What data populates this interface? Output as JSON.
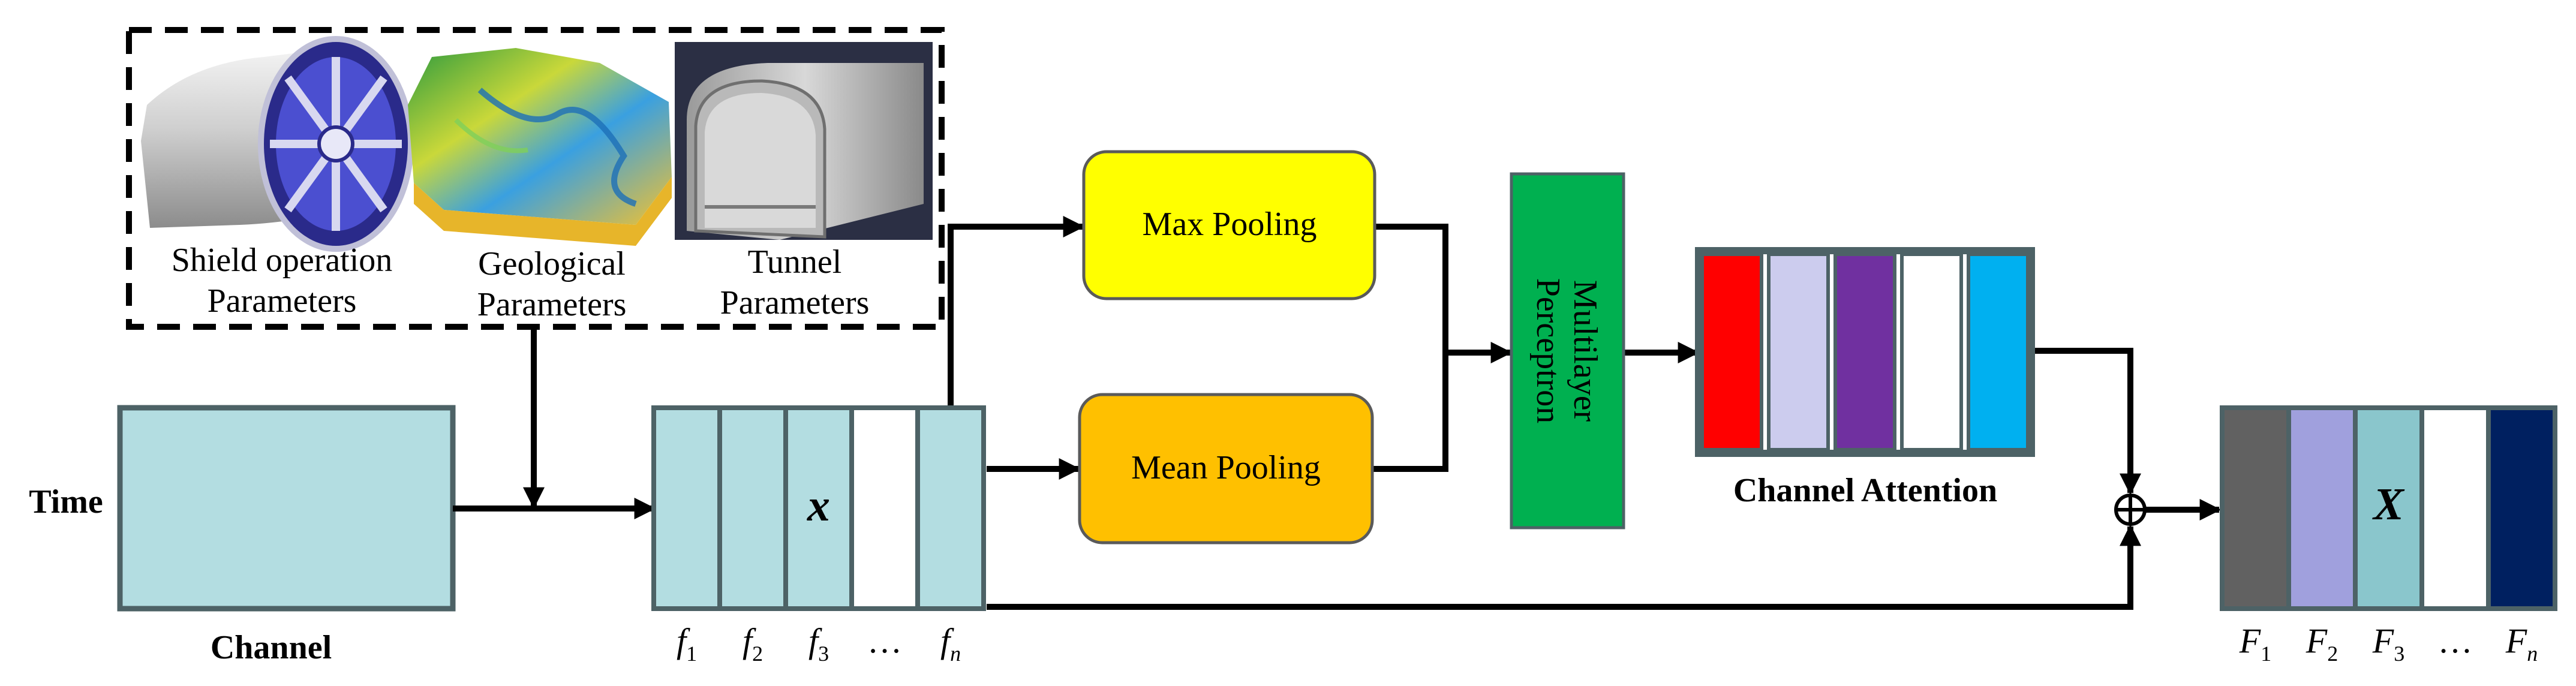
{
  "inputs": {
    "shield": {
      "line1": "Shield operation",
      "line2": "Parameters"
    },
    "geological": {
      "line1": "Geological",
      "line2": "Parameters"
    },
    "tunnel": {
      "line1": "Tunnel",
      "line2": "Parameters"
    }
  },
  "axes": {
    "time_label": "Time",
    "channel_label": "Channel"
  },
  "feature_map": {
    "highlight": "x",
    "columns": [
      {
        "base": "f",
        "sub": "1"
      },
      {
        "base": "f",
        "sub": "2"
      },
      {
        "base": "f",
        "sub": "3"
      },
      {
        "base": "…",
        "sub": ""
      },
      {
        "base": "f",
        "sub": "n"
      }
    ]
  },
  "pooling": {
    "max_label": "Max Pooling",
    "mean_label": "Mean Pooling"
  },
  "mlp": {
    "line1": "Multilayer",
    "line2": "Perceptron"
  },
  "attention": {
    "label": "Channel Attention",
    "colors": [
      "#ff0000",
      "#ccccee",
      "#7030a0",
      "#ffffff",
      "#00b0f0"
    ]
  },
  "output": {
    "highlight": "X",
    "colors": [
      "#616161",
      "#a0a0dd",
      "#8ac6cc",
      "#ffffff",
      "#002060"
    ],
    "columns": [
      {
        "base": "F",
        "sub": "1"
      },
      {
        "base": "F",
        "sub": "2"
      },
      {
        "base": "F",
        "sub": "3"
      },
      {
        "base": "…",
        "sub": ""
      },
      {
        "base": "F",
        "sub": "n"
      }
    ]
  },
  "colors": {
    "teal": "#b3dde1",
    "max_pool": "#ffff00",
    "mean_pool": "#ffc000",
    "mlp": "#00b050",
    "border": "#4d6266"
  }
}
